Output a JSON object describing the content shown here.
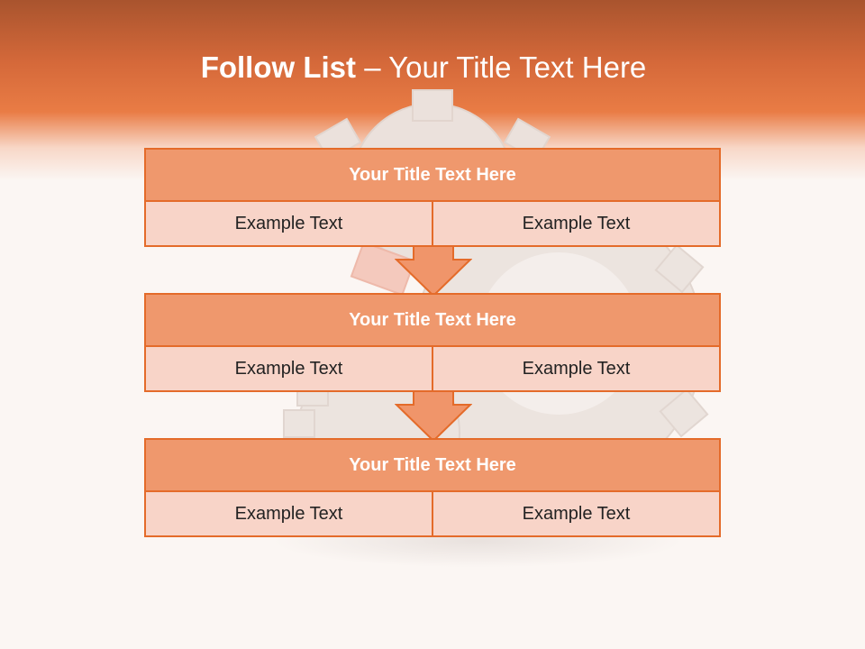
{
  "title": {
    "bold": "Follow List",
    "rest": " – Your Title Text Here"
  },
  "blocks": [
    {
      "title": "Your Title Text Here",
      "left": "Example Text",
      "right": "Example Text"
    },
    {
      "title": "Your Title Text Here",
      "left": "Example Text",
      "right": "Example Text"
    },
    {
      "title": "Your Title Text Here",
      "left": "Example Text",
      "right": "Example Text"
    }
  ],
  "colors": {
    "accent": "#e46b2a",
    "title_fill": "#ef986d",
    "row_fill": "#f8d4c8",
    "arrow_fill": "#f0956a"
  },
  "icons": {
    "background": "gears-icon",
    "connector": "down-arrow-icon"
  }
}
